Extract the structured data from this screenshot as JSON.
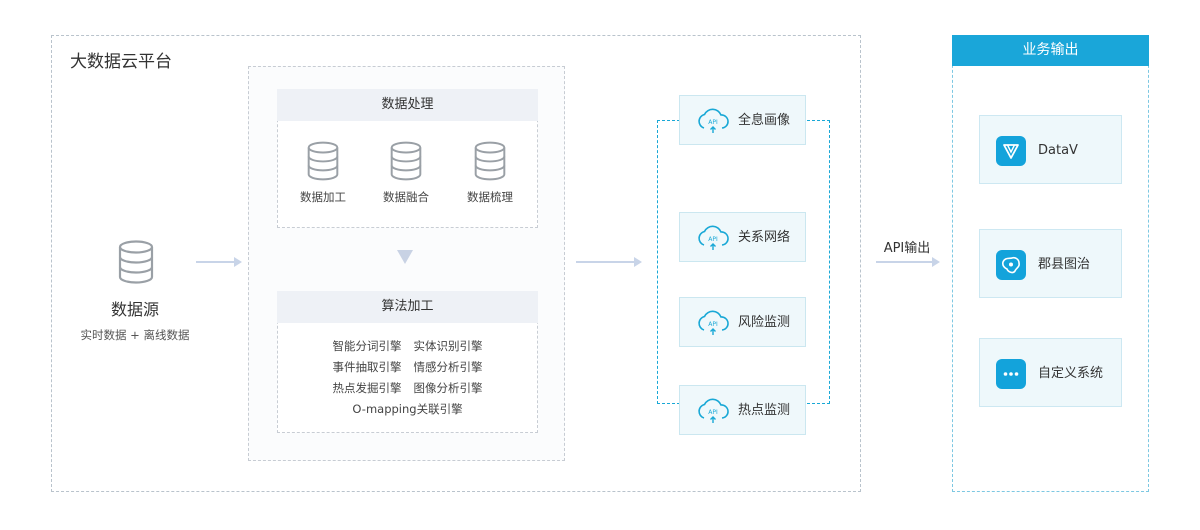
{
  "platform": {
    "title": "大数据云平台"
  },
  "source": {
    "title": "数据源",
    "subtitle": "实时数据 + 离线数据"
  },
  "processing": {
    "title": "数据处理",
    "items": [
      "数据加工",
      "数据融合",
      "数据梳理"
    ]
  },
  "algorithms": {
    "title": "算法加工",
    "rows": [
      [
        "智能分词引擎",
        "实体识别引擎"
      ],
      [
        "事件抽取引擎",
        "情感分析引擎"
      ],
      [
        "热点发掘引擎",
        "图像分析引擎"
      ],
      [
        "O-mapping关联引擎"
      ]
    ]
  },
  "outputs": {
    "icon_text": "API",
    "items": [
      "全息画像",
      "关系网络",
      "风险监测",
      "热点监测"
    ]
  },
  "api_output_label": "API输出",
  "business": {
    "title": "业务输出",
    "items": [
      {
        "label": "DataV",
        "icon": "datav-icon"
      },
      {
        "label": "郡县图治",
        "icon": "map-region-icon"
      },
      {
        "label": "自定义系统",
        "icon": "more-dots-icon"
      }
    ]
  },
  "colors": {
    "accent": "#1aa6d9",
    "arrow": "#c8d4e8",
    "icon_gray": "#9aa0a6"
  }
}
